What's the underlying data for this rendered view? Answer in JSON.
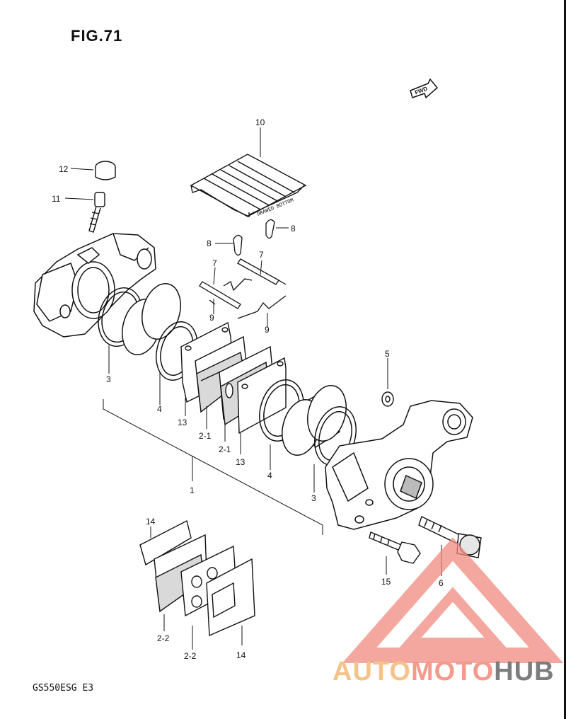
{
  "figure": {
    "title": "FIG.71",
    "model_code": "GS550ESG  E3"
  },
  "direction_marker": {
    "text": "FWD"
  },
  "pad_label_text": "DRAWED BOTTOM",
  "callouts": {
    "c10": "10",
    "c12": "12",
    "c11": "11",
    "c8a": "8",
    "c8b": "8",
    "c7a": "7",
    "c7b": "7",
    "c9a": "9",
    "c9b": "9",
    "c5": "5",
    "c3a": "3",
    "c3b": "3",
    "c4a": "4",
    "c4b": "4",
    "c13a": "13",
    "c13b": "13",
    "c21a": "2-1",
    "c21b": "2-1",
    "c1": "1",
    "c14a": "14",
    "c14b": "14",
    "c22a": "2-2",
    "c22b": "2-2",
    "c15": "15",
    "c6": "6"
  },
  "watermark": {
    "part1": "AUTO",
    "part2": "MOTO",
    "part3": "HUB",
    "colors": {
      "auto": "#f4c38a",
      "moto": "#f29a8c",
      "hub": "#7d7d7d",
      "logo": "#f08a80"
    }
  }
}
